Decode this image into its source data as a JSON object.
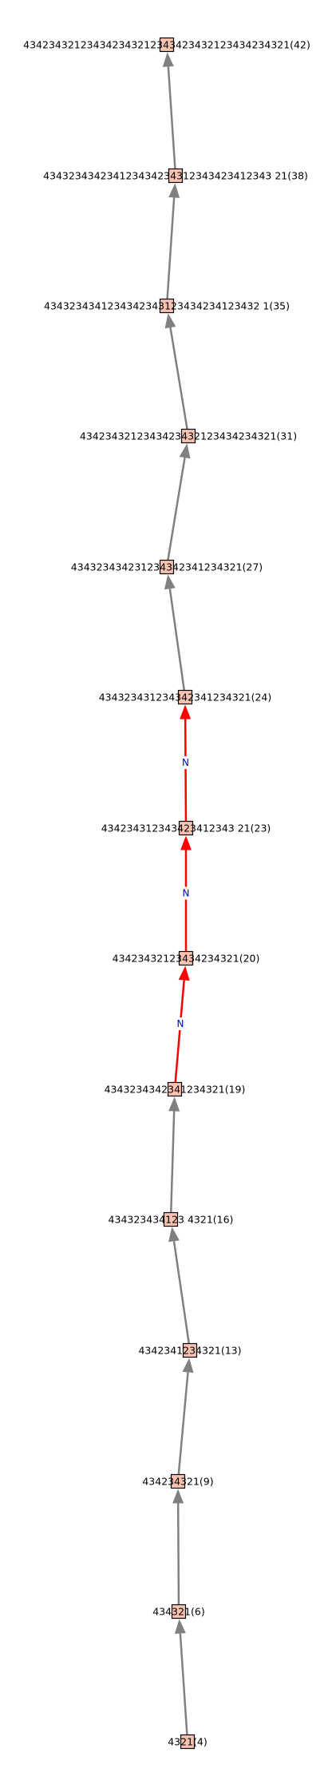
{
  "colors": {
    "node_fill": "#f9c2b1",
    "node_stroke": "#000000",
    "edge_default": "#808080",
    "edge_highlight": "#ff0000",
    "edge_label": "#0000cc"
  },
  "nodes": [
    {
      "id": "n42",
      "label": "434234321234342343212343423432123434234321(42)"
    },
    {
      "id": "n38",
      "label": "434323434234123434234312343423412343 21(38)"
    },
    {
      "id": "n35",
      "label": "4343234341234342343123434234123432 1(35)"
    },
    {
      "id": "n31",
      "label": "4342343212343423432123434234321(31)"
    },
    {
      "id": "n27",
      "label": "434323434231234342341234321(27)"
    },
    {
      "id": "n24",
      "label": "434323431234342341234321(24)"
    },
    {
      "id": "n23",
      "label": "434234312343423412343 21(23)"
    },
    {
      "id": "n20",
      "label": "43423432123434234321(20)"
    },
    {
      "id": "n19",
      "label": "4343234342341234321(19)"
    },
    {
      "id": "n16",
      "label": "434323434123 4321(16)"
    },
    {
      "id": "n13",
      "label": "4342341234321(13)"
    },
    {
      "id": "n9",
      "label": "434234321(9)"
    },
    {
      "id": "n6",
      "label": "434321(6)"
    },
    {
      "id": "n4",
      "label": "4321(4)"
    }
  ],
  "edges": [
    {
      "from": "n4",
      "to": "n6",
      "label": "",
      "highlight": false
    },
    {
      "from": "n6",
      "to": "n9",
      "label": "",
      "highlight": false
    },
    {
      "from": "n9",
      "to": "n13",
      "label": "",
      "highlight": false
    },
    {
      "from": "n13",
      "to": "n16",
      "label": "",
      "highlight": false
    },
    {
      "from": "n16",
      "to": "n19",
      "label": "",
      "highlight": false
    },
    {
      "from": "n19",
      "to": "n20",
      "label": "N",
      "highlight": true
    },
    {
      "from": "n20",
      "to": "n23",
      "label": "N",
      "highlight": true
    },
    {
      "from": "n23",
      "to": "n24",
      "label": "N",
      "highlight": true
    },
    {
      "from": "n24",
      "to": "n27",
      "label": "",
      "highlight": false
    },
    {
      "from": "n27",
      "to": "n31",
      "label": "",
      "highlight": false
    },
    {
      "from": "n31",
      "to": "n35",
      "label": "",
      "highlight": false
    },
    {
      "from": "n35",
      "to": "n38",
      "label": "",
      "highlight": false
    },
    {
      "from": "n38",
      "to": "n42",
      "label": "",
      "highlight": false
    }
  ]
}
